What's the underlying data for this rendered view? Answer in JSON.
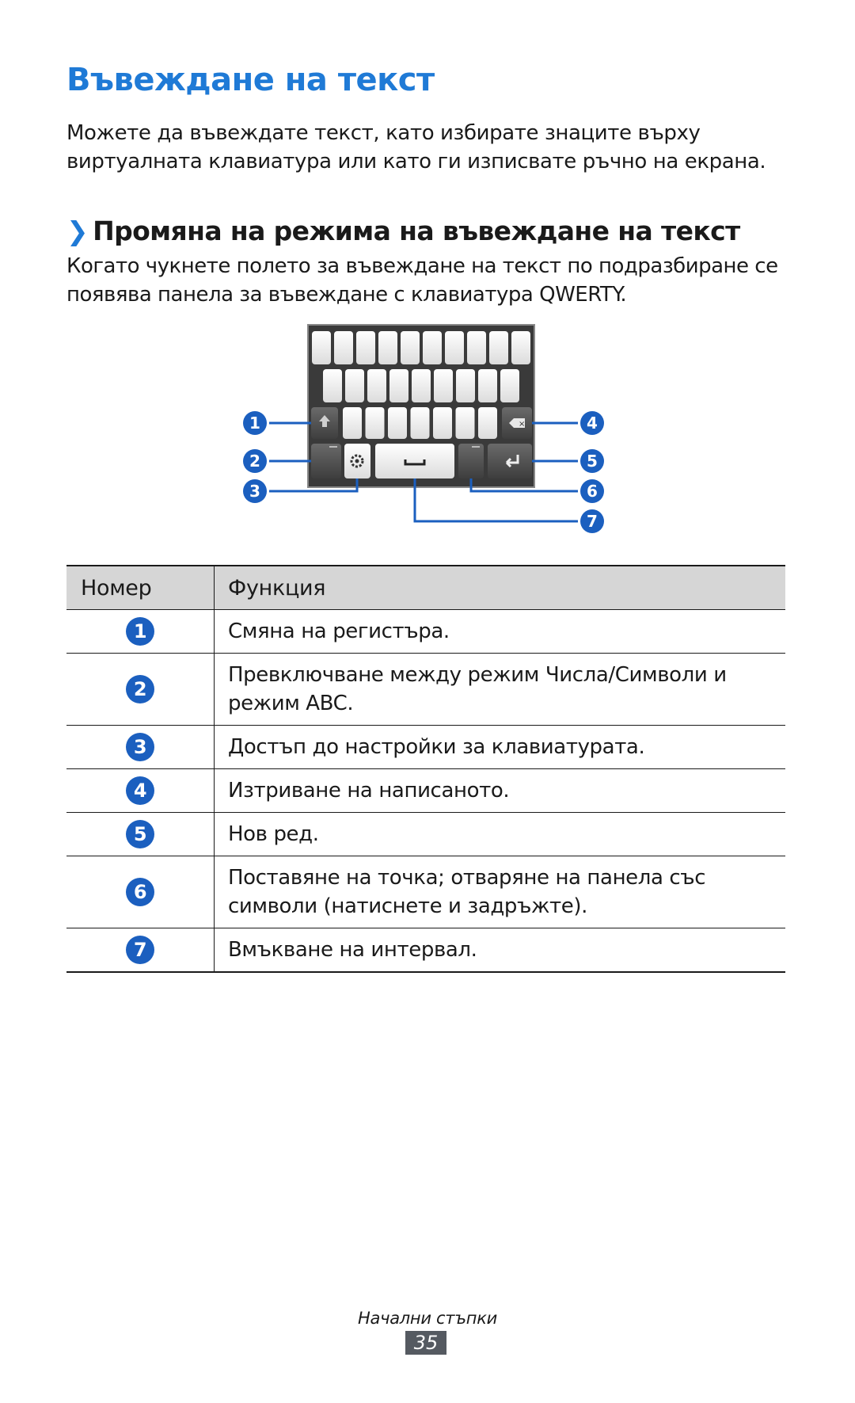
{
  "title": "Въвеждане на текст",
  "intro": "Можете да въвеждате текст, като избирате знаците върху виртуалната клавиатура или като ги изписвате ръчно на екрана.",
  "section": {
    "chevron": "❯",
    "heading": "Промяна на режима на въвеждане на текст",
    "text": "Когато чукнете полето за въвеждане на текст по подразбиране се появява панела за въвеждане с клавиатура QWERTY."
  },
  "figure": {
    "callouts": [
      "1",
      "2",
      "3",
      "4",
      "5",
      "6",
      "7"
    ],
    "callout_color": "#1b5fbf"
  },
  "table": {
    "headers": [
      "Номер",
      "Функция"
    ],
    "rows": [
      {
        "num": "1",
        "text": "Смяна на регистъра."
      },
      {
        "num": "2",
        "text": "Превключване между режим Числа/Символи и режим ABC."
      },
      {
        "num": "3",
        "text": "Достъп до настройки за клавиатурата."
      },
      {
        "num": "4",
        "text": "Изтриване на написаното."
      },
      {
        "num": "5",
        "text": "Нов ред."
      },
      {
        "num": "6",
        "text": "Поставяне на точка; отваряне на панела със символи (натиснете и задръжте)."
      },
      {
        "num": "7",
        "text": "Вмъкване на интервал."
      }
    ]
  },
  "footer": {
    "section_label": "Начални стъпки",
    "page_number": "35"
  },
  "colors": {
    "accent": "#1f7ad6",
    "table_header_bg": "#d6d6d6",
    "page_number_bg": "#555a61"
  }
}
